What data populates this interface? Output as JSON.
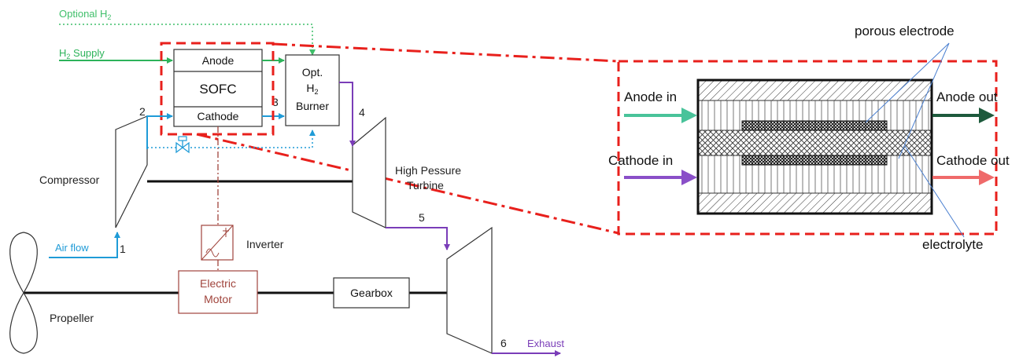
{
  "labels": {
    "optional_h2": "Optional H",
    "optional_h2_sub": "2",
    "h2_supply": "H",
    "h2_supply_sub": "2",
    "h2_supply_tail": " Supply",
    "anode": "Anode",
    "sofc": "SOFC",
    "cathode": "Cathode",
    "burner_line1": "Opt.",
    "burner_line2": "H",
    "burner_line2_sub": "2",
    "burner_line3": "Burner",
    "compressor": "Compressor",
    "hp_turbine_line1": "High Pessure",
    "hp_turbine_line2": "Turbine",
    "inverter": "Inverter",
    "electric_motor_line1": "Electric",
    "electric_motor_line2": "Motor",
    "gearbox": "Gearbox",
    "propeller": "Propeller",
    "air_flow": "Air flow",
    "exhaust": "Exhaust",
    "station_1": "1",
    "station_2": "2",
    "station_3": "3",
    "station_4": "4",
    "station_5": "5",
    "station_6": "6"
  },
  "detail": {
    "porous_electrode": "porous electrode",
    "electrolyte": "electrolyte",
    "anode_in": "Anode in",
    "anode_out": "Anode out",
    "cathode_in": "Cathode in",
    "cathode_out": "Cathode out"
  },
  "colors": {
    "hydrogen": "#2db35a",
    "hydrogen_dotted": "#3fbf6a",
    "air": "#1f9bd7",
    "exhaust": "#7a3db8",
    "electric": "#a0443c",
    "highlight": "#e8201c",
    "anode_in_arrow": "#49c39a",
    "anode_out_arrow": "#1d5a3c",
    "cathode_in_arrow": "#8a4fc8",
    "cathode_out_arrow": "#ef6a6a"
  }
}
